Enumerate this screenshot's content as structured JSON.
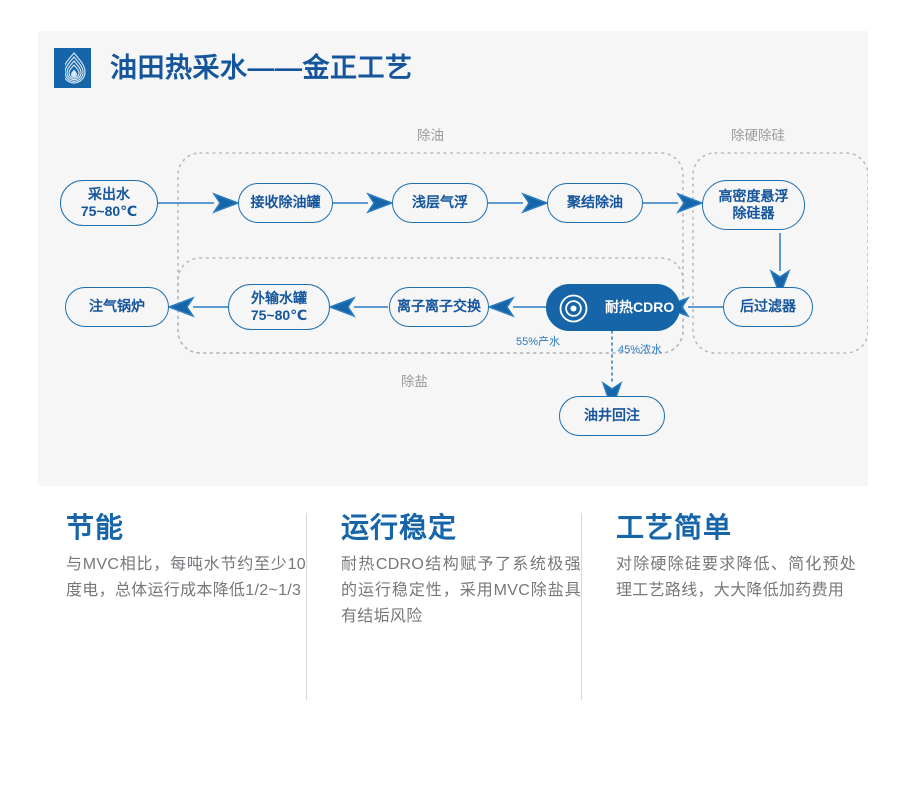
{
  "header": {
    "title": "油田热采水——金正工艺",
    "logo_icon": "water-drop-rings-logo",
    "brand_color": "#15559c"
  },
  "diagram": {
    "group_labels": [
      {
        "id": "deoiling",
        "text": "除油"
      },
      {
        "id": "hardness-silica",
        "text": "除硬除硅"
      },
      {
        "id": "desalination",
        "text": "除盐"
      }
    ],
    "nodes": [
      {
        "id": "produced-water",
        "text": "采出水\n75~80℃"
      },
      {
        "id": "receiving-deoiling-tank",
        "text": "接收除油罐"
      },
      {
        "id": "shallow-air-flotation",
        "text": "浅层气浮"
      },
      {
        "id": "coalescing-deoiling",
        "text": "聚结除油"
      },
      {
        "id": "high-density-suspension-desilication",
        "text": "高密度悬浮\n除硅器"
      },
      {
        "id": "post-filter",
        "text": "后过滤器"
      },
      {
        "id": "heat-resistant-cdro",
        "text": "耐热CDRO",
        "style": "filled",
        "icon": "target-rings-icon"
      },
      {
        "id": "ion-exchange",
        "text": "离子离子交换"
      },
      {
        "id": "export-water-tank",
        "text": "外输水罐\n75~80℃"
      },
      {
        "id": "steam-injection-boiler",
        "text": "注气锅炉"
      },
      {
        "id": "oil-well-reinjection",
        "text": "油井回注"
      }
    ],
    "flow_labels": [
      {
        "id": "permeate",
        "text": "55%产水"
      },
      {
        "id": "concentrate",
        "text": "45%浓水"
      }
    ],
    "line_color": "#2b7cc0",
    "node_border_color": "#1d6fb0",
    "node_fill_color": "#1565a8"
  },
  "features": [
    {
      "id": "energy-saving",
      "title": "节能",
      "body": "与MVC相比，每吨水节约至少10度电，总体运行成本降低1/2~1/3"
    },
    {
      "id": "stable-operation",
      "title": "运行稳定",
      "body": "耐热CDRO结构赋予了系统极强的运行稳定性，采用MVC除盐具有结垢风险"
    },
    {
      "id": "simple-process",
      "title": "工艺简单",
      "body": "对除硬除硅要求降低、简化预处理工艺路线，大大降低加药费用"
    }
  ]
}
